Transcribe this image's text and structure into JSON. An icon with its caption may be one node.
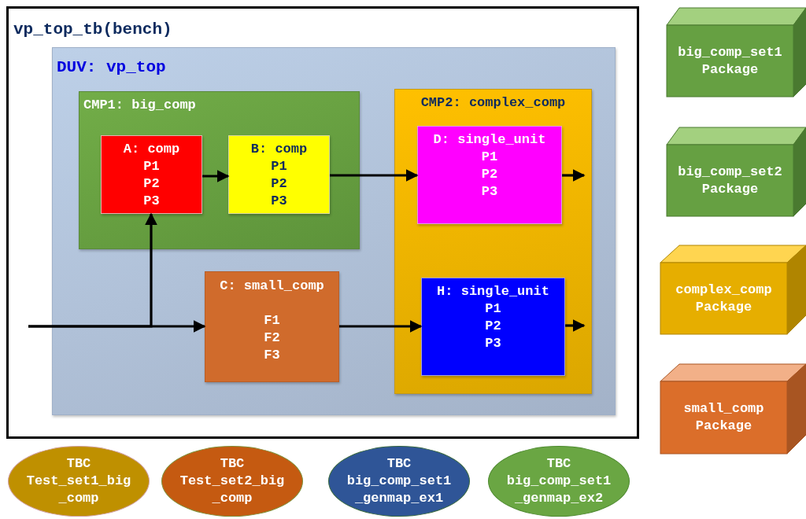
{
  "diagram": {
    "nodes": [
      {
        "text": [
          "vp_top_tb(bench)"
        ]
      },
      {
        "text": [
          "DUV: vp_top"
        ],
        "in": 0
      },
      {
        "text": [
          "CMP1: big_comp"
        ],
        "in": 1
      },
      {
        "text": [
          "A: comp",
          "P1",
          "P2",
          "P3"
        ],
        "in": 2
      },
      {
        "text": [
          "B: comp",
          "P1",
          "P2",
          "P3"
        ],
        "in": 2
      },
      {
        "text": [
          "CMP2: complex_comp"
        ],
        "in": 1
      },
      {
        "text": [
          "D: single_unit",
          "P1",
          "P2",
          "P3"
        ],
        "in": 5
      },
      {
        "text": [
          "H: single_unit",
          "P1",
          "P2",
          "P3"
        ],
        "in": 5
      },
      {
        "text": [
          "C: small_comp",
          "F1",
          "F2",
          "F3"
        ],
        "in": 1
      },
      {
        "text": [
          "big_comp_set1 Package"
        ]
      },
      {
        "text": [
          "big_comp_set2 Package"
        ]
      },
      {
        "text": [
          "complex_comp Package"
        ]
      },
      {
        "text": [
          "small_comp Package"
        ]
      },
      {
        "text": [
          "TBC",
          "Test_set1_big_comp"
        ]
      },
      {
        "text": [
          "TBC",
          "Test_set2_big_comp"
        ]
      },
      {
        "text": [
          "TBC",
          "big_comp_set1_genmap_ex1"
        ]
      },
      {
        "text": [
          "TBC",
          "big_comp_set1_genmap_ex2"
        ]
      }
    ],
    "edges": [
      {
        "from": null,
        "to": 3,
        "arrow": "to"
      },
      {
        "from": null,
        "to": 8,
        "arrow": "to"
      },
      {
        "from": 3,
        "to": 4,
        "arrow": "to"
      },
      {
        "from": 4,
        "to": 6,
        "arrow": "to"
      },
      {
        "from": 8,
        "to": 7,
        "arrow": "to"
      },
      {
        "from": 6,
        "to": null,
        "arrow": "to"
      },
      {
        "from": 7,
        "to": null,
        "arrow": "to"
      }
    ]
  }
}
